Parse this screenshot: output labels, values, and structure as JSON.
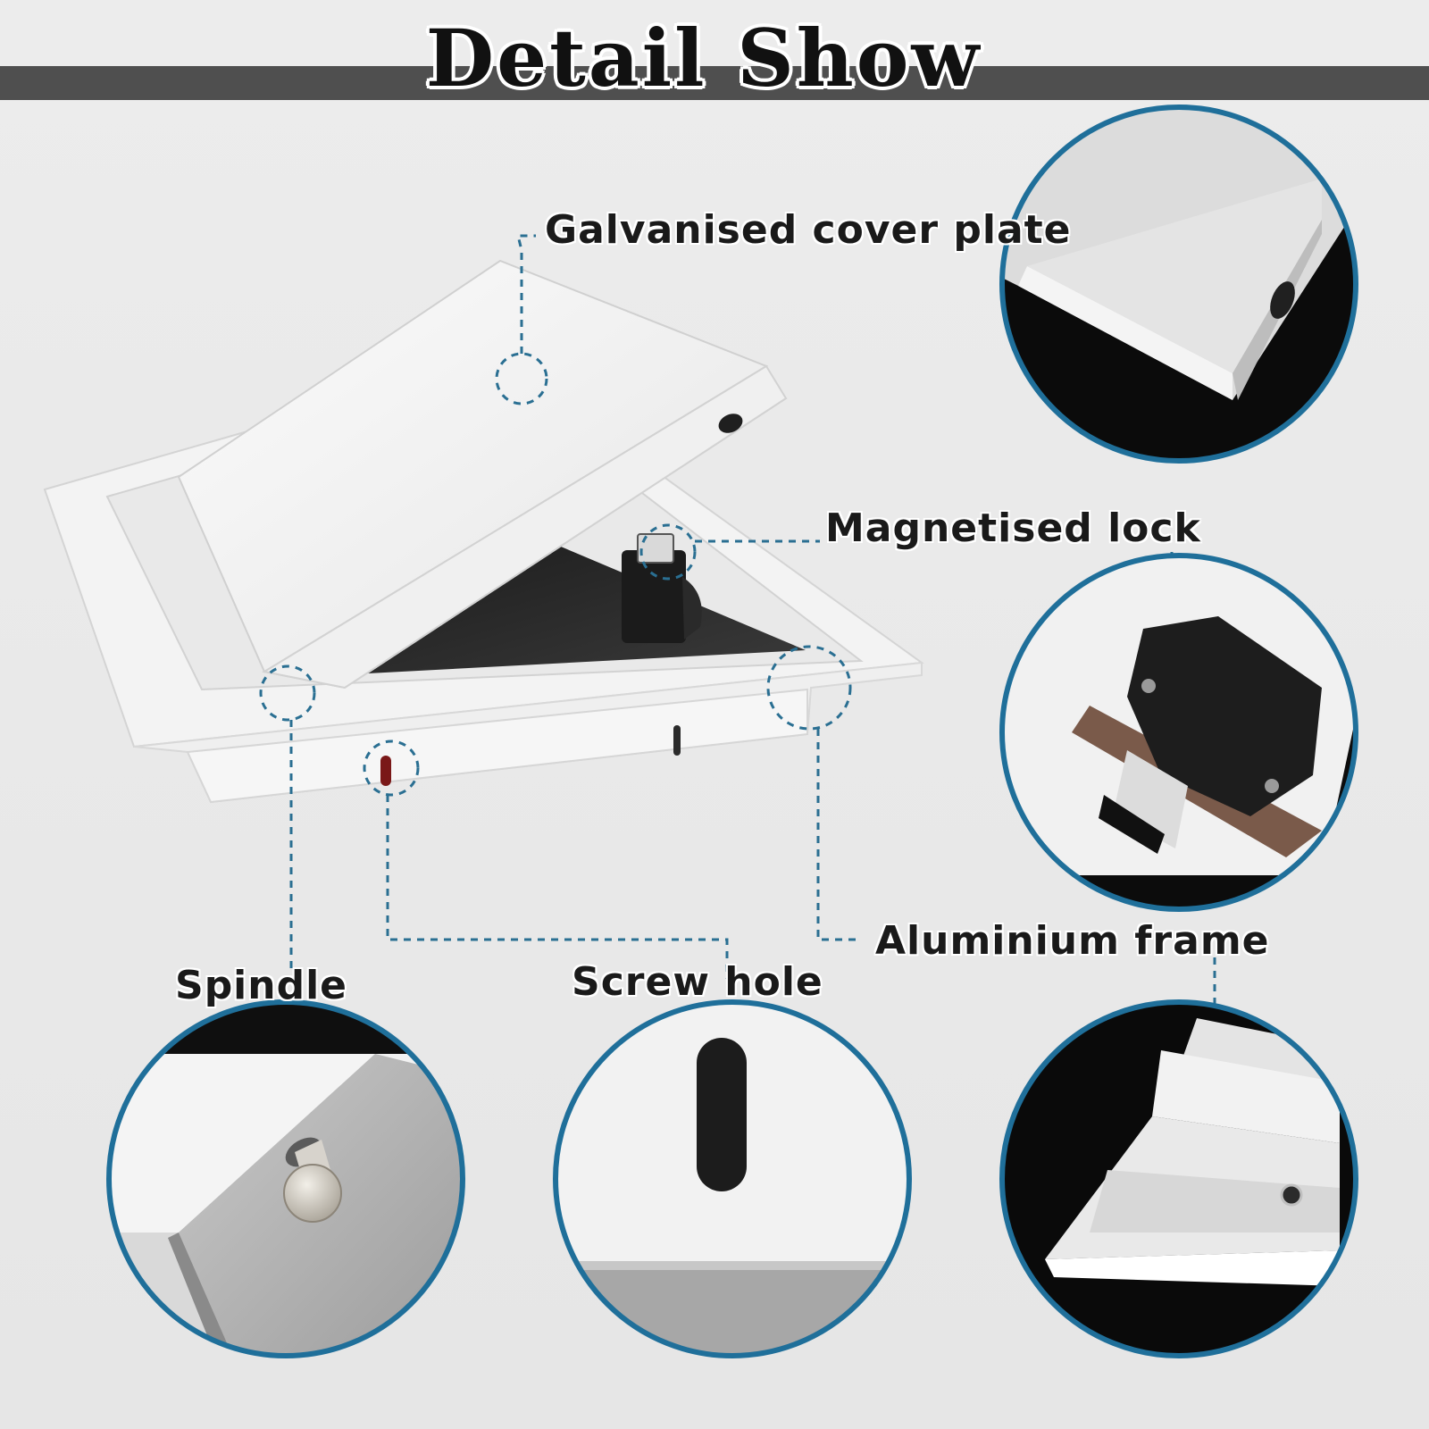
{
  "header": {
    "title": "Detail Show"
  },
  "labels": {
    "galvanised_cover_plate": "Galvanised cover plate",
    "magnetised_lock": "Magnetised lock",
    "aluminium_frame": "Aluminium frame",
    "spindle": "Spindle",
    "screw_hole": "Screw hole"
  },
  "colors": {
    "title_bar": "#4f4f4f",
    "circle_border": "#1f6f9a",
    "leader_line": "#2a6f92",
    "panel_white": "#f7f7f7",
    "background": "#e8e8e8"
  }
}
